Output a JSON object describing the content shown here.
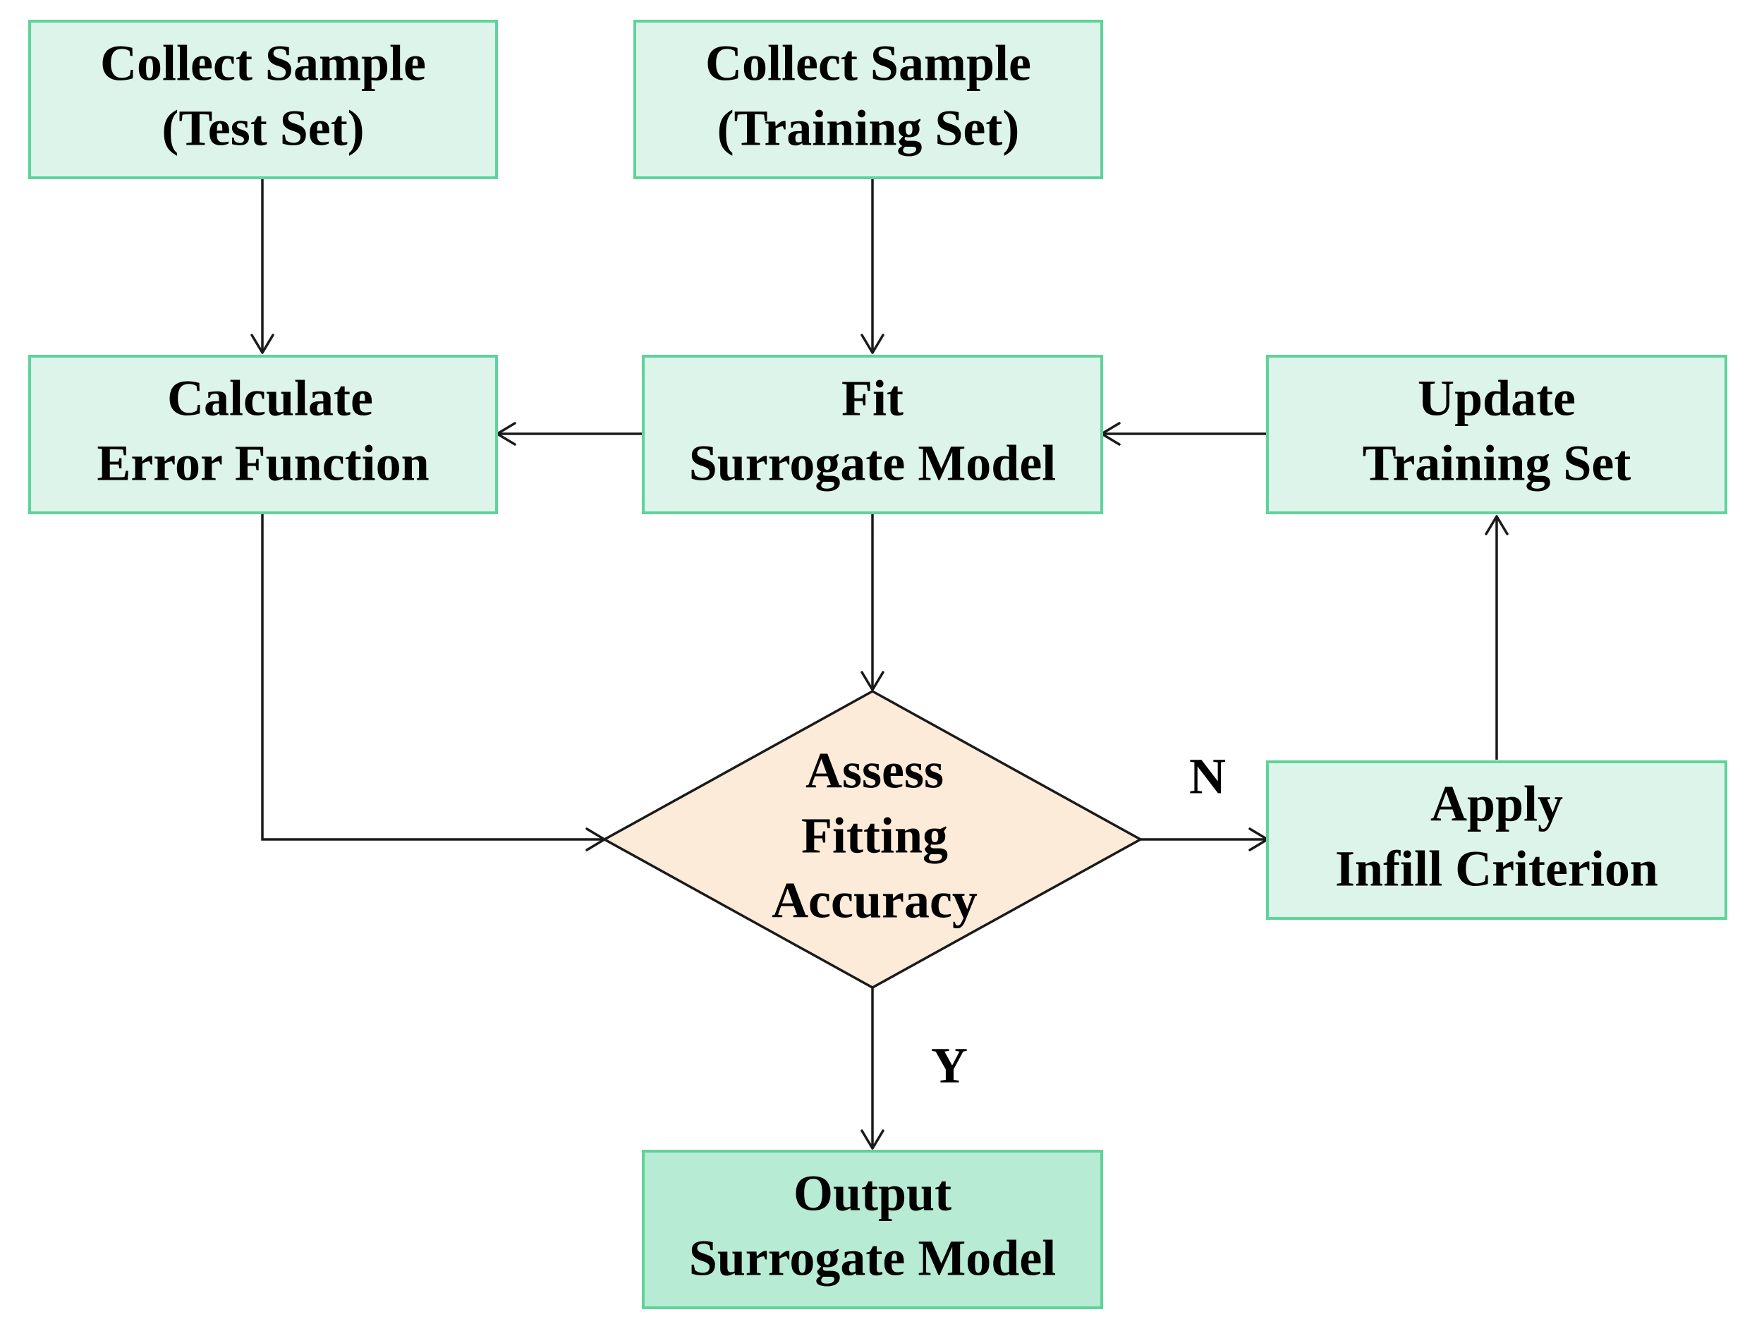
{
  "nodes": {
    "collect_test": {
      "line1": "Collect Sample",
      "line2": "(Test Set)"
    },
    "collect_train": {
      "line1": "Collect Sample",
      "line2": "(Training Set)"
    },
    "calc_error": {
      "line1": "Calculate",
      "line2": "Error Function"
    },
    "fit_model": {
      "line1": "Fit",
      "line2": "Surrogate Model"
    },
    "update_train": {
      "line1": "Update",
      "line2": "Training Set"
    },
    "assess": {
      "line1": "Assess",
      "line2": "Fitting",
      "line3": "Accuracy"
    },
    "apply_infill": {
      "line1": "Apply",
      "line2": "Infill Criterion"
    },
    "output_model": {
      "line1": "Output",
      "line2": "Surrogate Model"
    }
  },
  "edge_labels": {
    "no": "N",
    "yes": "Y"
  },
  "colors": {
    "box_fill": "#ddf4ea",
    "box_border": "#5fd39a",
    "output_fill": "#b8ebd3",
    "decision_fill": "#fcebd9",
    "line": "#1a1a1a"
  }
}
